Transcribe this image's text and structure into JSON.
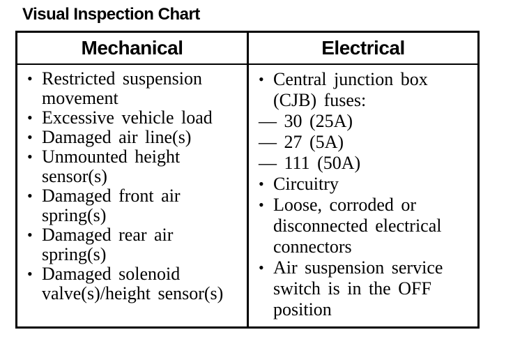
{
  "title": "Visual Inspection Chart",
  "glyphs": {
    "bullet": "•"
  },
  "colors": {
    "ink": "#000000",
    "paper": "#ffffff"
  },
  "table": {
    "columns": [
      {
        "header": "Mechanical",
        "items": [
          {
            "type": "bullet",
            "lines": [
              "Restricted suspension",
              "movement"
            ]
          },
          {
            "type": "bullet",
            "lines": [
              "Excessive vehicle load"
            ]
          },
          {
            "type": "bullet",
            "lines": [
              "Damaged air line(s)"
            ]
          },
          {
            "type": "bullet",
            "lines": [
              "Unmounted height",
              "sensor(s)"
            ]
          },
          {
            "type": "bullet",
            "lines": [
              "Damaged front air",
              "spring(s)"
            ]
          },
          {
            "type": "bullet",
            "lines": [
              "Damaged rear air",
              "spring(s)"
            ]
          },
          {
            "type": "bullet",
            "lines": [
              "Damaged solenoid",
              "valve(s)/height sensor(s)"
            ]
          }
        ]
      },
      {
        "header": "Electrical",
        "items": [
          {
            "type": "bullet",
            "lines": [
              "Central junction box",
              "(CJB) fuses:"
            ]
          },
          {
            "type": "dash",
            "lines": [
              "— 30 (25A)"
            ]
          },
          {
            "type": "dash",
            "lines": [
              "— 27 (5A)"
            ]
          },
          {
            "type": "dash",
            "lines": [
              "— 111 (50A)"
            ]
          },
          {
            "type": "bullet",
            "lines": [
              "Circuitry"
            ]
          },
          {
            "type": "bullet",
            "lines": [
              "Loose, corroded or",
              "disconnected electrical",
              "connectors"
            ]
          },
          {
            "type": "bullet",
            "lines": [
              "Air suspension service",
              "switch is in the OFF",
              "position"
            ]
          }
        ]
      }
    ]
  }
}
